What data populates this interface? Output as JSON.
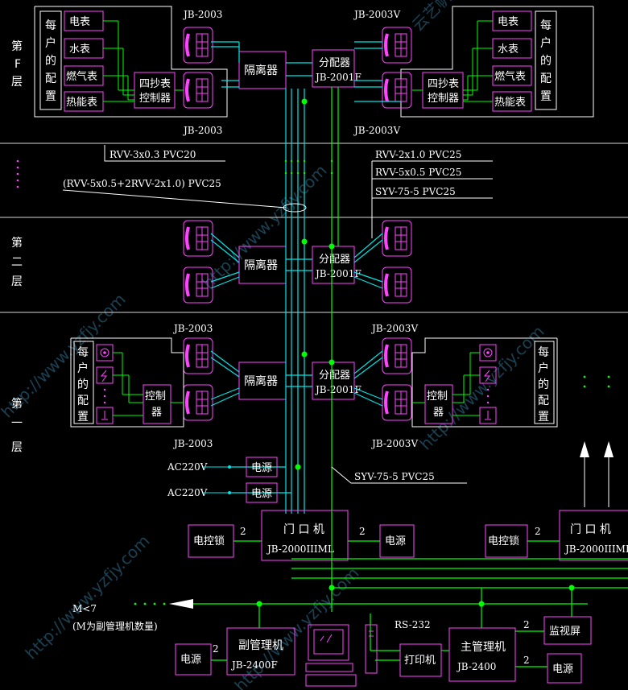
{
  "watermark": {
    "url": "http://www.yzfjy.com",
    "brand": "云艺帆教育"
  },
  "floors": {
    "f": {
      "c1": "第",
      "c2": "F",
      "c3": "层"
    },
    "two": {
      "c1": "第",
      "c2": "二",
      "c3": "层"
    },
    "one": {
      "c1": "第",
      "c2": "一",
      "c3": "层"
    }
  },
  "floor_f": {
    "left": {
      "config": {
        "c1": "每",
        "c2": "户",
        "c3": "的",
        "c4": "配",
        "c5": "置"
      },
      "meters": [
        "电表",
        "水表",
        "燃气表",
        "热能表"
      ],
      "controller": {
        "c1": "四抄表",
        "c2": "控制器"
      }
    },
    "right": {
      "config": {
        "c1": "每",
        "c2": "户",
        "c3": "的",
        "c4": "配",
        "c5": "置"
      },
      "meters": [
        "电表",
        "水表",
        "燃气表",
        "热能表"
      ],
      "controller": {
        "c1": "四抄表",
        "c2": "控制器"
      }
    }
  },
  "floor_1": {
    "left": {
      "config": {
        "c1": "每",
        "c2": "户",
        "c3": "的",
        "c4": "配",
        "c5": "置"
      },
      "controller": {
        "c1": "控制",
        "c2": "器"
      }
    },
    "right": {
      "config": {
        "c1": "每",
        "c2": "户",
        "c3": "的",
        "c4": "配",
        "c5": "置"
      },
      "controller": {
        "c1": "控制",
        "c2": "器"
      }
    }
  },
  "devices": {
    "isolator": "隔离器",
    "distributor": "分配器",
    "distributor_model": "JB-2001F"
  },
  "models": {
    "jb2003": "JB-2003",
    "jb2003v": "JB-2003V"
  },
  "cables": {
    "rvv3": "RVV-3x0.3 PVC20",
    "combo": "(RVV-5x0.5+2RVV-2x1.0) PVC25",
    "rvv2": "RVV-2x1.0 PVC25",
    "rvv5": "RVV-5x0.5 PVC25",
    "syv_top": "SYV-75-5 PVC25",
    "syv_bottom": "SYV-75-5 PVC25"
  },
  "power": {
    "ac1": "AC220V",
    "ac2": "AC220V",
    "label": "电源"
  },
  "door": {
    "lock": "电控锁",
    "wires": "2",
    "title": "门 口 机",
    "model": "JB-2000IIIML"
  },
  "management": {
    "mk7": "M<7",
    "note": "(M为副管理机数量)",
    "sub_title": "副管理机",
    "sub_model": "JB-2400F",
    "rs232": "RS-232",
    "printer": "打印机",
    "main_title": "主管理机",
    "main_model": "JB-2400",
    "monitor": "监视屏"
  },
  "colors": {
    "device": "#ff44ff",
    "bus_cyan": "#00e5e5",
    "bus_green": "#00ff00",
    "background": "#000000"
  }
}
